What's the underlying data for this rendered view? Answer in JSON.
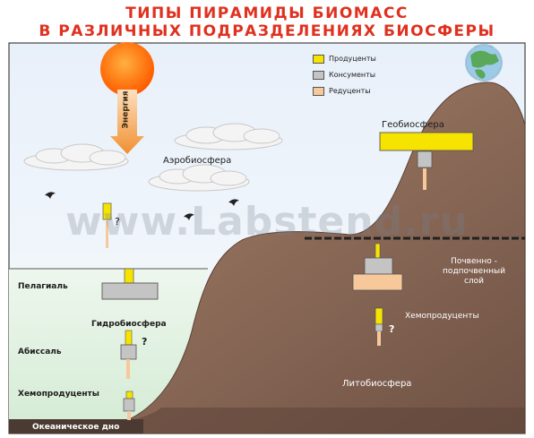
{
  "title": {
    "line1": "ТИПЫ ПИРАМИДЫ БИОМАСС",
    "line2": "В РАЗЛИЧНЫХ ПОДРАЗДЕЛЕНИЯХ БИОСФЕРЫ"
  },
  "legend": {
    "items": [
      {
        "label": "Продуценты",
        "color": "#f6e400"
      },
      {
        "label": "Консументы",
        "color": "#c4c4c4"
      },
      {
        "label": "Редуценты",
        "color": "#f7c89a"
      }
    ]
  },
  "energy_label": "Энергия",
  "zones": {
    "aerobiosphere": "Аэробиосфера",
    "geobiosphere": "Геобиосфера",
    "pelagial": "Пелагиаль",
    "hydrobiosphere": "Гидробиосфера",
    "abyssal": "Абиссаль",
    "chemoproducers_sea": "Хемопродуценты",
    "ocean_floor": "Океаническое дно",
    "soil_line1": "Почвенно -",
    "soil_line2": "подпочвенный",
    "soil_line3": "слой",
    "chemoproducers_litho": "Хемопродуценты",
    "lithobiosphere": "Литобиосфера"
  },
  "question_mark": "?",
  "watermark": "www.Labstend.ru",
  "colors": {
    "title": "#e0301e",
    "producer": "#f6e400",
    "consumer": "#c4c4c4",
    "reducer": "#f7c89a",
    "mountain": "#8c6a58",
    "sea": "#e2f2e2",
    "sky": "#f2f6fb",
    "sun": "#ff7a10",
    "energy_arrow": "#f4a040"
  }
}
